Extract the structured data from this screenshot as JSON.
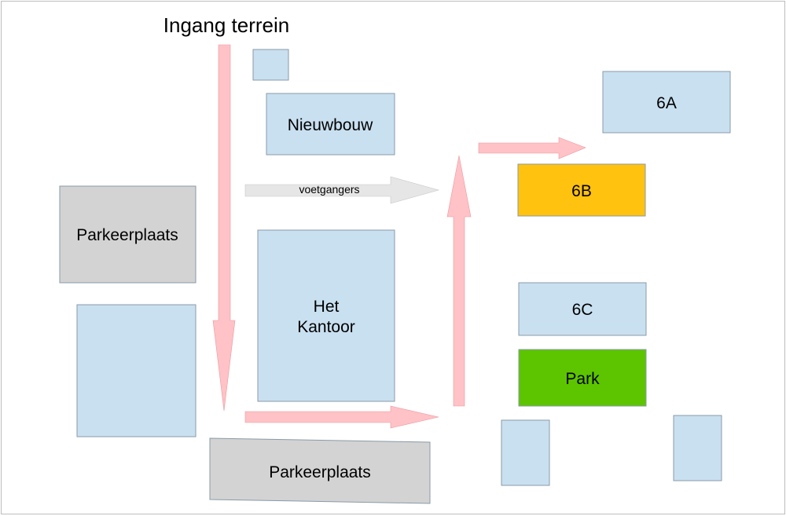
{
  "title": "Ingang terrein",
  "colors": {
    "building": "#c9e0f0",
    "parking": "#d3d3d3",
    "highlight_6b": "#ffc20e",
    "park": "#5cc500",
    "vehicle_arrow": "#ffc2c6",
    "pedestrian_arrow": "#e6e6e6",
    "border": "#8a9aa8"
  },
  "labels": {
    "nieuwbouw": "Nieuwbouw",
    "het_kantoor": [
      "Het",
      "Kantoor"
    ],
    "parkeerplaats_left": "Parkeerplaats",
    "parkeerplaats_bottom": "Parkeerplaats",
    "b6a": "6A",
    "b6b": "6B",
    "b6c": "6C",
    "park": "Park",
    "voetgangers": "voetgangers"
  },
  "arrows": {
    "vehicle": [
      "entrance-down",
      "to-right-bottom",
      "up-right-road",
      "to-6a"
    ],
    "pedestrian": [
      "voetgangers"
    ]
  }
}
